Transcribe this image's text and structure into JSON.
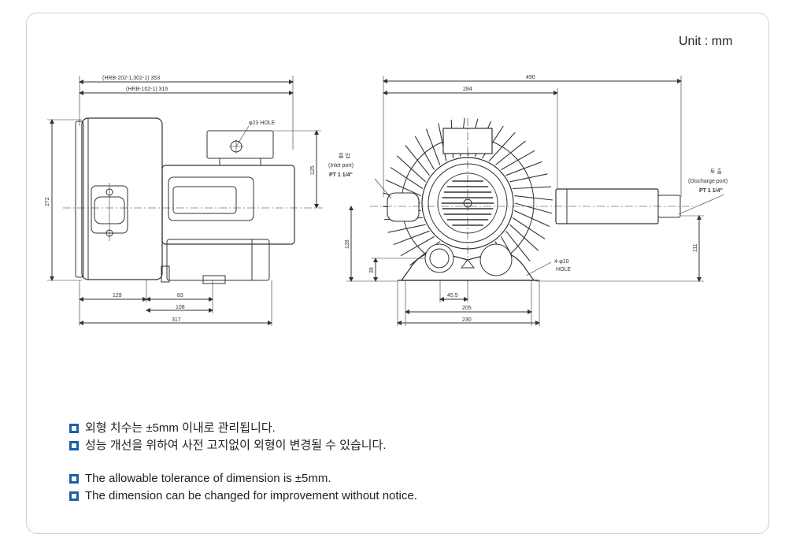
{
  "unit_label": "Unit : mm",
  "left_view": {
    "dim_top_1": "(HRB-202-1,302-1) 353",
    "dim_top_2": "(HRB-102-1) 316",
    "hole_label": "φ23 HOLE",
    "dim_height": "272",
    "dim_125": "125",
    "dim_129": "129",
    "dim_83": "83",
    "dim_108": "108",
    "dim_317": "317"
  },
  "right_view": {
    "dim_490": "490",
    "dim_284": "284",
    "inlet_ko": "흡 입",
    "inlet_en": "(Inlet port)",
    "inlet_size": "PT 1 1/4\"",
    "discharge_ko": "토 출",
    "discharge_en": "(Discharge port)",
    "discharge_size": "PT 1 1/4\"",
    "dim_128": "128",
    "dim_111": "111",
    "dim_39": "39",
    "dim_45_5": "45.5",
    "dim_205": "205",
    "dim_230": "230",
    "hole_label_1": "4-φ10",
    "hole_label_2": "HOLE"
  },
  "notes_ko": [
    "외형 치수는 ±5mm 이내로 관리됩니다.",
    "성능 개선을 위하여 사전 고지없이 외형이 변경될 수 있습니다."
  ],
  "notes_en": [
    "The allowable tolerance of dimension is ±5mm.",
    "The dimension can be changed for improvement without notice."
  ],
  "colors": {
    "bullet": "#1e5fa8",
    "border": "#c8d0e6",
    "line": "#333333"
  }
}
